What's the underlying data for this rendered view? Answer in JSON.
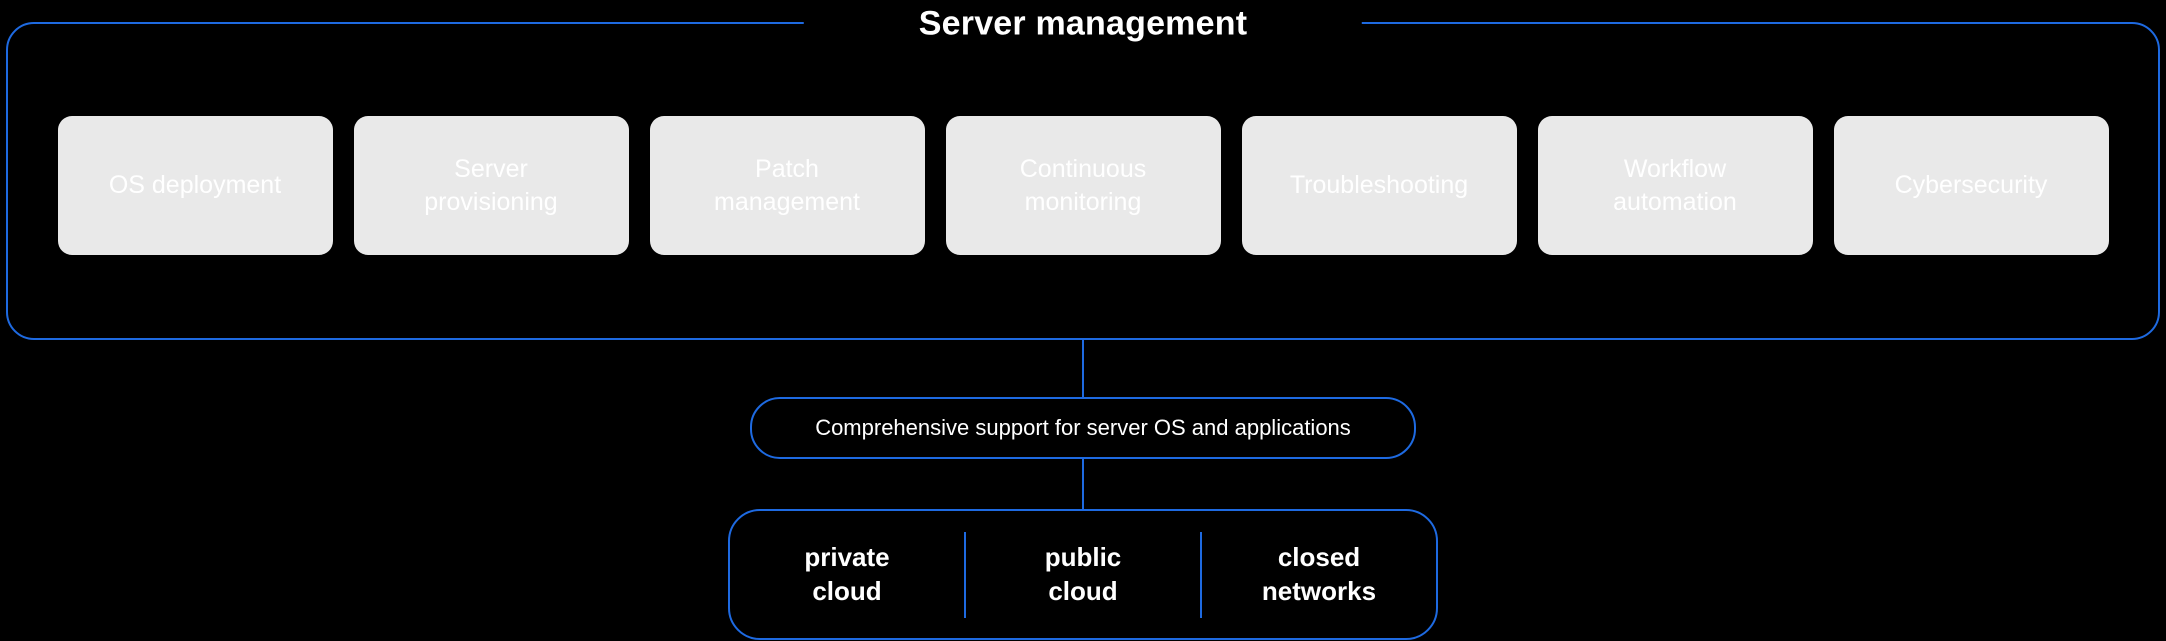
{
  "colors": {
    "accent": "#1E6AE1",
    "service_box_bg": "#e9e9e9",
    "background": "#000000",
    "text": "#ffffff"
  },
  "diagram": {
    "title": "Server management",
    "services": [
      "OS deployment",
      "Server\nprovisioning",
      "Patch\nmanagement",
      "Continuous\nmonitoring",
      "Troubleshooting",
      "Workflow\nautomation",
      "Cybersecurity"
    ],
    "support_note": "Comprehensive support for server OS and applications",
    "environments": [
      "private\ncloud",
      "public\ncloud",
      "closed\nnetworks"
    ]
  }
}
